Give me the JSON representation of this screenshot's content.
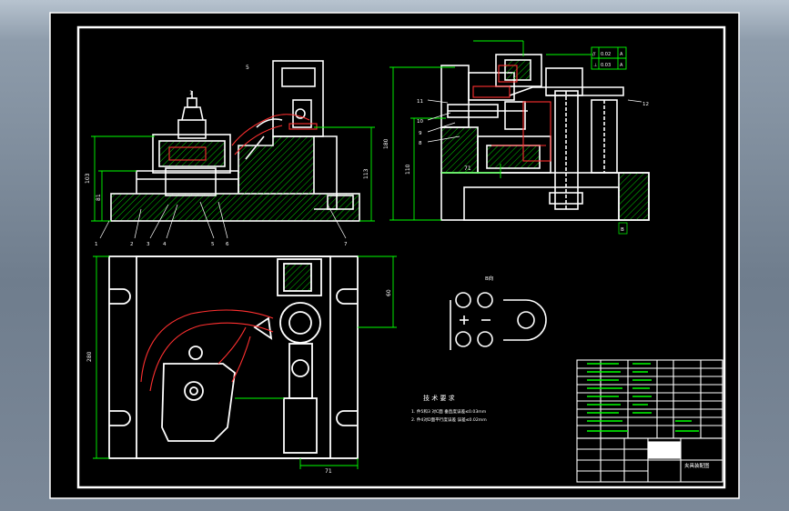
{
  "viewport": {
    "background": "#8a97a6"
  },
  "drawing": {
    "colors": {
      "paper": "#000000",
      "line": "#ffffff",
      "dim": "#00ff00",
      "hidden": "#ff3030",
      "hatch": "#00cc00"
    },
    "front_view": {
      "dims": {
        "h1": "103",
        "h2": "81",
        "h3": "113"
      },
      "balloons": [
        "1",
        "2",
        "3",
        "4",
        "5",
        "6",
        "7"
      ],
      "label_top": "1",
      "section_mark": "5"
    },
    "side_view": {
      "dims": {
        "h1": "180",
        "h2": "110",
        "w1": "71"
      },
      "balloons": [
        "11",
        "10",
        "9",
        "8",
        "12"
      ],
      "tolerance_box": {
        "row1": [
          "//",
          "0.02",
          "A"
        ],
        "row2": [
          "⊥",
          "0.03",
          "A"
        ]
      },
      "datum": "B"
    },
    "top_view": {
      "dims": {
        "v1": "280",
        "v2": "60",
        "h1": "71"
      }
    },
    "detail_view": {
      "label": "B向"
    },
    "tech_requirements": {
      "title": "技 术 要 求",
      "items": [
        "1. 件5和3 对C面 垂直度误差≤0.03mm",
        "2. 件4对D面平行度误差 误差≤0.02mm"
      ]
    },
    "title_block": {
      "title": "夹具装配图"
    }
  }
}
